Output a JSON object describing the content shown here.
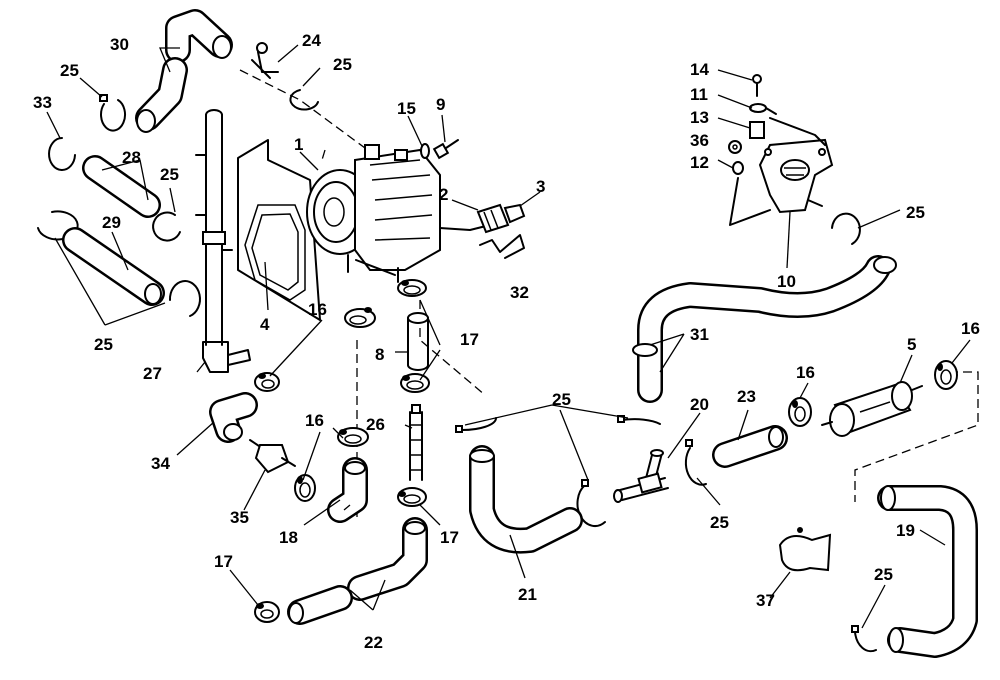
{
  "callouts": [
    {
      "id": "c1",
      "text": "1"
    },
    {
      "id": "c2",
      "text": "2"
    },
    {
      "id": "c3",
      "text": "3"
    },
    {
      "id": "c4",
      "text": "4"
    },
    {
      "id": "c5",
      "text": "5"
    },
    {
      "id": "c8",
      "text": "8"
    },
    {
      "id": "c9",
      "text": "9"
    },
    {
      "id": "c10",
      "text": "10"
    },
    {
      "id": "c11",
      "text": "11"
    },
    {
      "id": "c12",
      "text": "12"
    },
    {
      "id": "c13",
      "text": "13"
    },
    {
      "id": "c14",
      "text": "14"
    },
    {
      "id": "c15",
      "text": "15"
    },
    {
      "id": "c16a",
      "text": "16"
    },
    {
      "id": "c16b",
      "text": "16"
    },
    {
      "id": "c16c",
      "text": "16"
    },
    {
      "id": "c16d",
      "text": "16"
    },
    {
      "id": "c17a",
      "text": "17"
    },
    {
      "id": "c17b",
      "text": "17"
    },
    {
      "id": "c17c",
      "text": "17"
    },
    {
      "id": "c18",
      "text": "18"
    },
    {
      "id": "c19",
      "text": "19"
    },
    {
      "id": "c20",
      "text": "20"
    },
    {
      "id": "c21",
      "text": "21"
    },
    {
      "id": "c22",
      "text": "22"
    },
    {
      "id": "c23",
      "text": "23"
    },
    {
      "id": "c24",
      "text": "24"
    },
    {
      "id": "c25a",
      "text": "25"
    },
    {
      "id": "c25b",
      "text": "25"
    },
    {
      "id": "c25c",
      "text": "25"
    },
    {
      "id": "c25d",
      "text": "25"
    },
    {
      "id": "c25e",
      "text": "25"
    },
    {
      "id": "c25f",
      "text": "25"
    },
    {
      "id": "c25g",
      "text": "25"
    },
    {
      "id": "c25h",
      "text": "25"
    },
    {
      "id": "c26",
      "text": "26"
    },
    {
      "id": "c27",
      "text": "27"
    },
    {
      "id": "c28",
      "text": "28"
    },
    {
      "id": "c29",
      "text": "29"
    },
    {
      "id": "c30",
      "text": "30"
    },
    {
      "id": "c31",
      "text": "31"
    },
    {
      "id": "c32",
      "text": "32"
    },
    {
      "id": "c33",
      "text": "33"
    },
    {
      "id": "c34",
      "text": "34"
    },
    {
      "id": "c35",
      "text": "35"
    },
    {
      "id": "c36",
      "text": "36"
    },
    {
      "id": "c37",
      "text": "37"
    }
  ]
}
